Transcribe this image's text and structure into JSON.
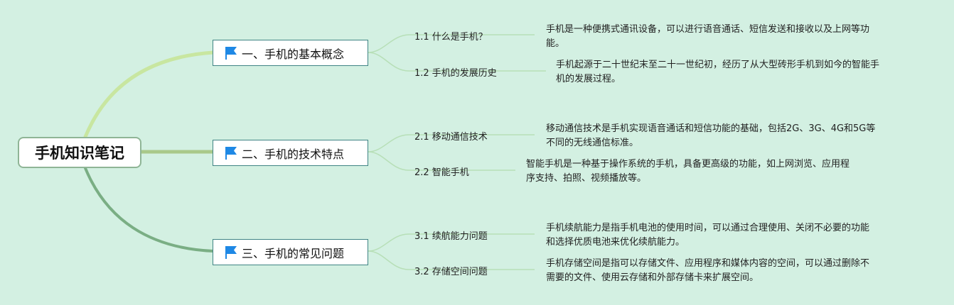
{
  "root": {
    "title": "手机知识笔记"
  },
  "branches": [
    {
      "title": "一、手机的基本概念",
      "flag_icon": "blue-flag-icon",
      "topics": [
        {
          "label": "1.1 什么是手机？",
          "desc": [
            "手机是一种便携式通讯设备，可以进行语音通话、短信发送和接收以及上网等功",
            "能。"
          ]
        },
        {
          "label": "1.2 手机的发展历史",
          "desc": [
            "手机起源于二十世纪末至二十一世纪初，经历了从大型砖形手机到如今的智能手",
            "机的发展过程。"
          ]
        }
      ]
    },
    {
      "title": "二、手机的技术特点",
      "flag_icon": "blue-flag-icon",
      "topics": [
        {
          "label": "2.1 移动通信技术",
          "desc": [
            "移动通信技术是手机实现语音通话和短信功能的基础，包括2G、3G、4G和5G等",
            "不同的无线通信标准。"
          ]
        },
        {
          "label": "2.2 智能手机",
          "desc": [
            "智能手机是一种基于操作系统的手机，具备更高级的功能，如上网浏览、应用程",
            "序支持、拍照、视频播放等。"
          ]
        }
      ]
    },
    {
      "title": "三、手机的常见问题",
      "flag_icon": "blue-flag-icon",
      "topics": [
        {
          "label": "3.1 续航能力问题",
          "desc": [
            "手机续航能力是指手机电池的使用时间，可以通过合理使用、关闭不必要的功能",
            "和选择优质电池来优化续航能力。"
          ]
        },
        {
          "label": "3.2 存储空间问题",
          "desc": [
            "手机存储空间是指可以存储文件、应用程序和媒体内容的空间，可以通过删除不",
            "需要的文件、使用云存储和外部存储卡来扩展空间。"
          ]
        }
      ]
    }
  ],
  "colors": {
    "background": "#d3f0e2",
    "branch1_curve": "#c8e6a0",
    "branch2_curve": "#a9c98a",
    "branch3_curve": "#7aae84",
    "node_border": "#3f8484",
    "sub_connector": "#b7dfb7",
    "flag": "#1e88e5"
  }
}
